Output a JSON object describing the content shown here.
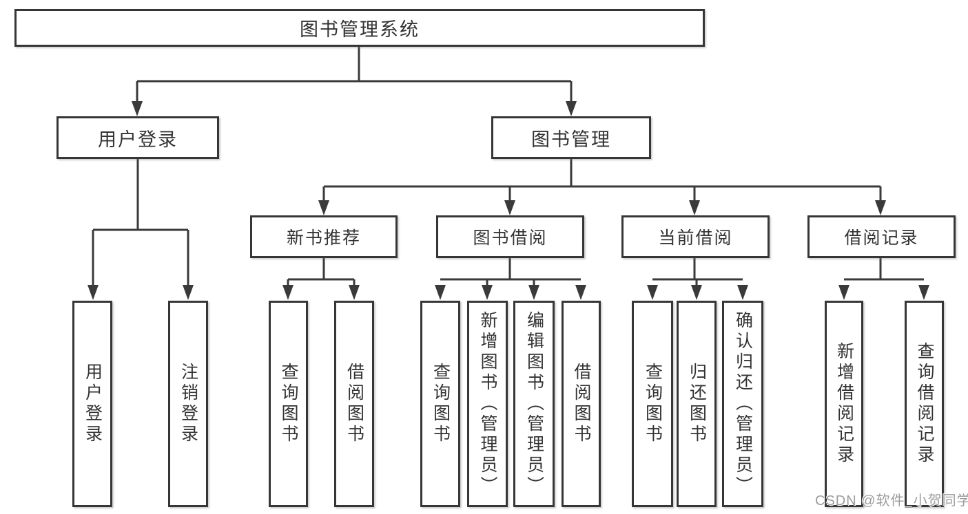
{
  "diagram": {
    "title": "图书管理系统",
    "branches": [
      {
        "label": "用户登录",
        "leaves": [
          "用户登录",
          "注销登录"
        ]
      },
      {
        "label": "图书管理",
        "modules": [
          {
            "label": "新书推荐",
            "leaves": [
              "查询图书",
              "借阅图书"
            ]
          },
          {
            "label": "图书借阅",
            "leaves": [
              "查询图书",
              "新增图书（管理员）",
              "编辑图书（管理员）",
              "借阅图书"
            ]
          },
          {
            "label": "当前借阅",
            "leaves": [
              "查询图书",
              "归还图书",
              "确认归还（管理员）"
            ]
          },
          {
            "label": "借阅记录",
            "leaves": [
              "新增借阅记录",
              "查询借阅记录"
            ]
          }
        ]
      }
    ]
  },
  "watermark": "CSDN @软件_小贺同学",
  "colors": {
    "line": "#3a3a3a",
    "box_border": "#363636",
    "text": "#333333",
    "watermark": "#9c9c9c",
    "background": "#ffffff"
  }
}
